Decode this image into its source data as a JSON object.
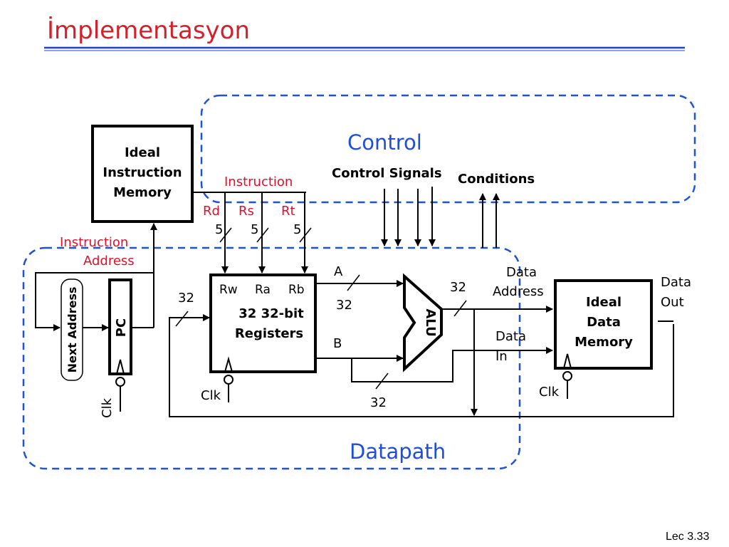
{
  "slide": {
    "title": "İmplementasyon",
    "footer": "Lec 3.33"
  },
  "regions": {
    "control": "Control",
    "datapath": "Datapath"
  },
  "instruction_memory": {
    "line1": "Ideal",
    "line2": "Instruction",
    "line3": "Memory"
  },
  "labels": {
    "instruction": "Instruction",
    "instruction_address_1": "Instruction",
    "instruction_address_2": "Address",
    "rd": "Rd",
    "rs": "Rs",
    "rt": "Rt",
    "five": "5",
    "control_signals": "Control  Signals",
    "conditions": "Conditions",
    "a": "A",
    "b": "B",
    "thirty_two": "32",
    "data_address_1": "Data",
    "data_address_2": "Address",
    "data_in_1": "Data",
    "data_in_2": "In",
    "data_out_1": "Data",
    "data_out_2": "Out",
    "clk": "Clk",
    "next_address": "Next Address",
    "pc": "PC",
    "alu": "ALU"
  },
  "registers": {
    "rw": "Rw",
    "ra": "Ra",
    "rb": "Rb",
    "line1": "32  32-bit",
    "line2": "Registers"
  },
  "data_memory": {
    "line1": "Ideal",
    "line2": "Data",
    "line3": "Memory"
  },
  "colors": {
    "title": "#d4202a",
    "rule": "#1f3fd0",
    "dashed": "#1f52d6",
    "region_label": "#1f4fd8",
    "red_label": "#e0102a",
    "ink": "#000000"
  }
}
